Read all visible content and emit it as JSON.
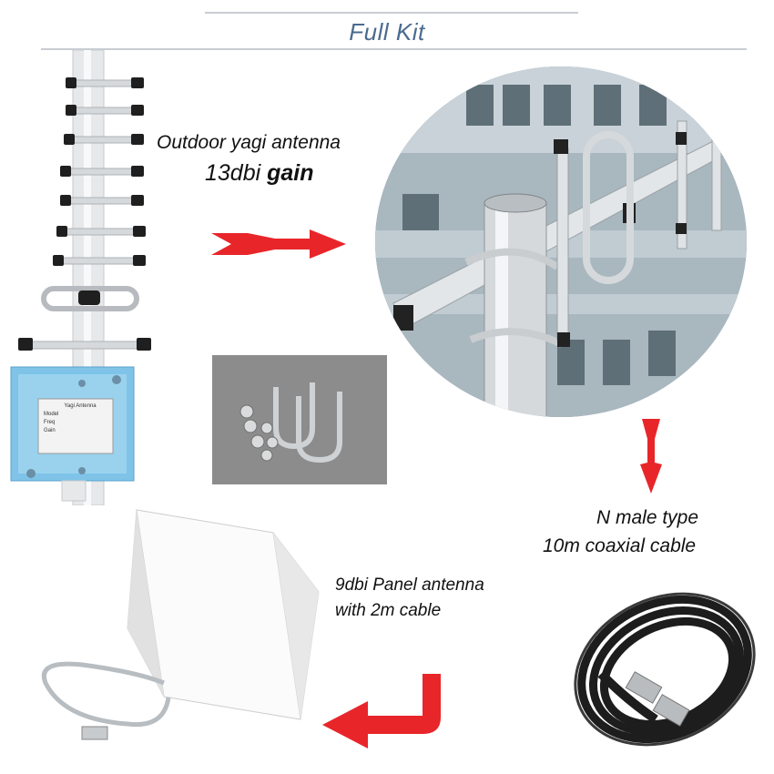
{
  "header": {
    "title": "Full Kit"
  },
  "yagi": {
    "caption_line1": "Outdoor yagi antenna",
    "gain_value": "13dbi",
    "gain_word": "gain",
    "label_lines": [
      "Yagi Antenna",
      "Model",
      "Freq",
      "Gain"
    ]
  },
  "cable": {
    "caption_line1": "N male type",
    "caption_line2": "10m coaxial cable"
  },
  "panel": {
    "caption_line1": "9dbi Panel antenna",
    "caption_line2": "with 2m cable"
  },
  "colors": {
    "title": "#4b6b8f",
    "arrow": "#e8262a",
    "mount_plate": "#7fc3e8"
  },
  "icons": {
    "arrow_right": "arrow-right-icon",
    "arrow_down": "arrow-down-icon",
    "arrow_curved_left": "arrow-curved-left-icon"
  }
}
